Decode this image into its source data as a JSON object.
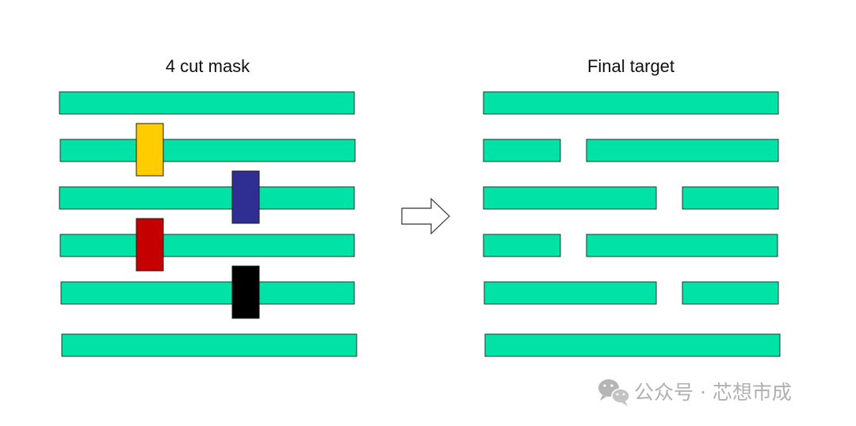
{
  "left_panel": {
    "title": "4 cut mask",
    "lines": 6,
    "masks": [
      {
        "color": "#ffcc00",
        "row": 2,
        "column": "left"
      },
      {
        "color": "#2e2e93",
        "row": 3,
        "column": "right"
      },
      {
        "color": "#c40000",
        "row": 4,
        "column": "left"
      },
      {
        "color": "#000000",
        "row": 5,
        "column": "right"
      }
    ]
  },
  "right_panel": {
    "title": "Final target",
    "lines": 6,
    "cuts": [
      {
        "row": 2,
        "column": "left"
      },
      {
        "row": 3,
        "column": "right"
      },
      {
        "row": 4,
        "column": "left"
      },
      {
        "row": 5,
        "column": "right"
      }
    ]
  },
  "arrow": {
    "icon": "right-arrow-icon"
  },
  "colors": {
    "line_fill": "#00e2a6",
    "line_stroke": "#1f3a33",
    "arrow_stroke": "#333333"
  },
  "watermark": {
    "text": "公众号 · 芯想市成",
    "icon": "wechat-icon"
  }
}
